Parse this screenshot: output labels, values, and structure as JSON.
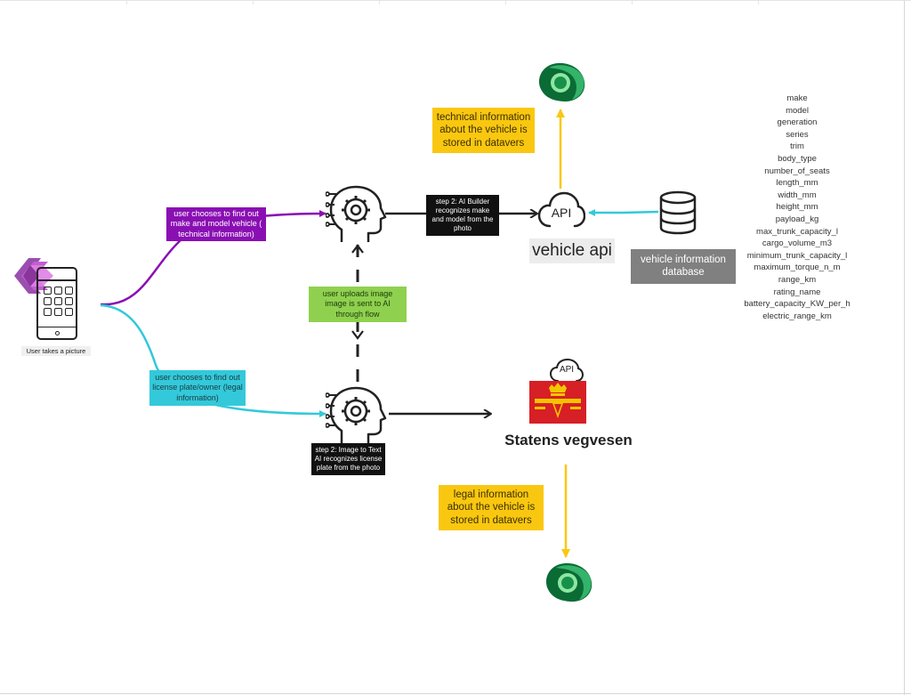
{
  "start": {
    "caption": "User takes a picture"
  },
  "branches": {
    "technical": "user chooses to find out make and model vehicle ( technical information)",
    "legal": "user chooses to find out license plate/owner (legal information)"
  },
  "upload_note": "user uploads image image is sent to AI through flow",
  "steps": {
    "ai_builder": "step 2: AI Builder recognizes make and model from the photo",
    "image_to_text": "step 2: Image to Text AI recognizes license plate from the photo"
  },
  "vehicle_api": {
    "api_badge": "API",
    "label": "vehicle api"
  },
  "database": {
    "label": "vehicle information database"
  },
  "storage_notes": {
    "technical": "technical information about the vehicle is stored in datavers",
    "legal": "legal information about the vehicle is stored in datavers"
  },
  "statens": {
    "api_badge": "API",
    "name": "Statens vegvesen"
  },
  "fields": [
    "make",
    "model",
    "generation",
    "series",
    "trim",
    "body_type",
    "number_of_seats",
    "length_mm",
    "width_mm",
    "height_mm",
    "payload_kg",
    "max_trunk_capacity_l",
    "cargo_volume_m3",
    "minimum_trunk_capacity_l",
    "maximum_torque_n_m",
    "range_km",
    "rating_name",
    "battery_capacity_KW_per_h",
    "electric_range_km"
  ],
  "icons": {
    "power_apps": "power-apps-logo",
    "phone": "smartphone-icon",
    "ai_head": "ai-head-gear-icon",
    "database": "database-icon",
    "dataverse": "dataverse-logo",
    "cloud_api": "cloud-api-icon"
  },
  "colors": {
    "purple": "#8a0fb3",
    "cyan": "#33c9da",
    "green": "#8fd14f",
    "yellow": "#fac710",
    "black": "#111111",
    "grey": "#808080"
  }
}
